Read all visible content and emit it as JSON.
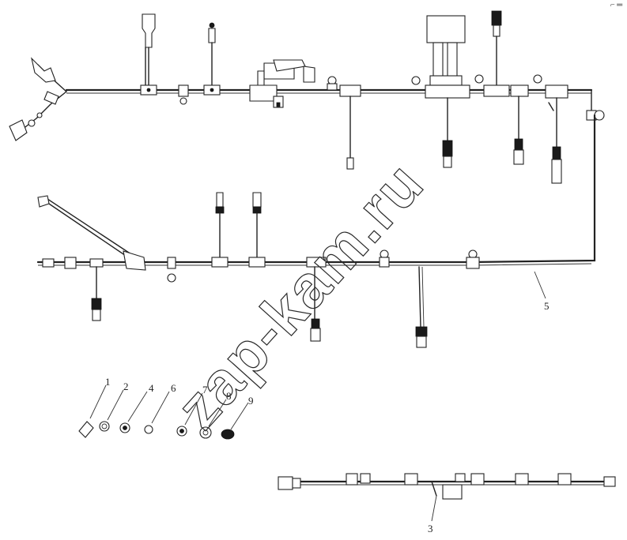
{
  "watermark": "zap-kam.ru",
  "corner_mark": "⌐ ═",
  "callouts": [
    {
      "id": "1",
      "label": "1"
    },
    {
      "id": "2",
      "label": "2"
    },
    {
      "id": "3",
      "label": "3"
    },
    {
      "id": "4",
      "label": "4"
    },
    {
      "id": "5",
      "label": "5"
    },
    {
      "id": "6",
      "label": "6"
    },
    {
      "id": "7",
      "label": "7"
    },
    {
      "id": "8",
      "label": "8"
    },
    {
      "id": "9",
      "label": "9"
    }
  ]
}
